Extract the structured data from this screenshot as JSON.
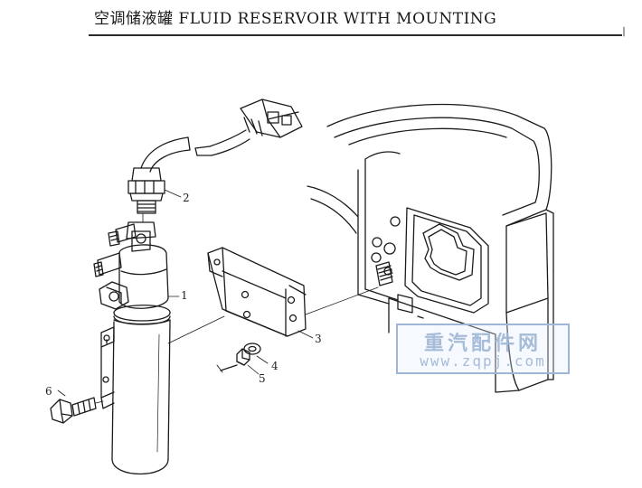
{
  "header": {
    "title": "空调储液罐 FLUID RESERVOIR WITH MOUNTING"
  },
  "callouts": [
    {
      "id": "1",
      "label": "1"
    },
    {
      "id": "2",
      "label": "2"
    },
    {
      "id": "3",
      "label": "3"
    },
    {
      "id": "4",
      "label": "4"
    },
    {
      "id": "5",
      "label": "5"
    },
    {
      "id": "6",
      "label": "6"
    }
  ],
  "watermark": {
    "text_cn": "重汽配件网",
    "url": "www.zqpj.com",
    "color": "#9fb6d6"
  },
  "colors": {
    "line": "#1c1c1c",
    "background": "#ffffff"
  }
}
